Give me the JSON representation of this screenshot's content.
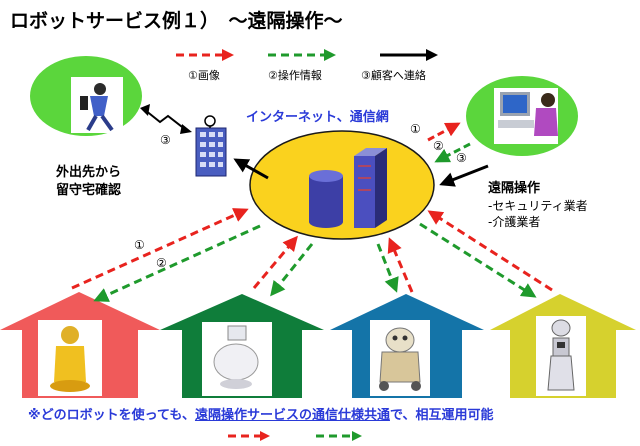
{
  "title": "ロボットサービス例１）　～遠隔操作～",
  "legend": {
    "image": "①画像",
    "operation": "②操作情報",
    "contact": "③顧客へ連絡"
  },
  "network_label": "インターネット、通信網",
  "outside": {
    "line1": "外出先から",
    "line2": "留守宅確認"
  },
  "remote": {
    "title": "遠隔操作",
    "item1": "-セキュリティ業者",
    "item2": "-介護業者"
  },
  "numbers": {
    "n1": "①",
    "n2": "②",
    "n3": "③"
  },
  "bottom": {
    "before": "※どのロボットを使っても、",
    "underlined": "遠隔操作サービスの通信仕様共通",
    "after": "で、相互運用可能"
  },
  "colors": {
    "red_arrow": "#e8231e",
    "green_arrow": "#1f9a2c",
    "black_arrow": "#000000",
    "ellipse": "#fad21e",
    "bubble": "#5bd63c",
    "house_red": "#f05a5a",
    "house_green": "#0f7d3a",
    "house_blue": "#1474a8",
    "house_yellow": "#d6d12e",
    "text_blue": "#2a3ad8"
  }
}
